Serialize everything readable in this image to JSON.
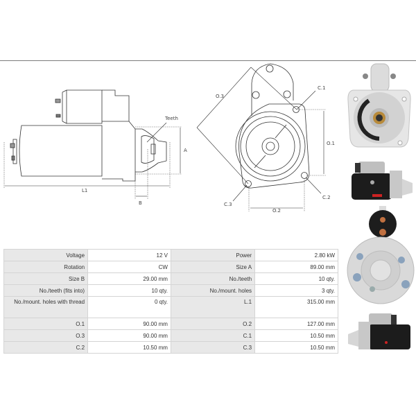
{
  "side_view": {
    "labels": {
      "teeth": "Teeth",
      "a": "A",
      "b": "B",
      "l1": "L1"
    }
  },
  "front_view": {
    "labels": {
      "o1": "O.1",
      "o2": "O.2",
      "o3": "O.3",
      "c1": "C.1",
      "c2": "C.2",
      "c3": "C.3"
    }
  },
  "specs": {
    "rows": [
      {
        "k1": "Voltage",
        "v1": "12 V",
        "k2": "Power",
        "v2": "2.80 kW"
      },
      {
        "k1": "Rotation",
        "v1": "CW",
        "k2": "Size A",
        "v2": "89.00 mm"
      },
      {
        "k1": "Size B",
        "v1": "29.00 mm",
        "k2": "No./teeth",
        "v2": "10 qty."
      },
      {
        "k1": "No./teeth (fits into)",
        "v1": "10 qty.",
        "k2": "No./mount. holes",
        "v2": "3 qty."
      },
      {
        "k1": "No./mount. holes with thread",
        "v1": "0 qty.",
        "k2": "L.1",
        "v2": "315.00 mm"
      },
      {
        "k1": "O.1",
        "v1": "90.00 mm",
        "k2": "O.2",
        "v2": "127.00 mm"
      },
      {
        "k1": "O.3",
        "v1": "90.00 mm",
        "k2": "C.1",
        "v2": "10.50 mm"
      },
      {
        "k1": "C.2",
        "v1": "10.50 mm",
        "k2": "C.3",
        "v2": "10.50 mm"
      }
    ]
  },
  "photos": [
    {
      "name": "front-flange-photo"
    },
    {
      "name": "side-photo-right"
    },
    {
      "name": "rear-solenoid-photo"
    },
    {
      "name": "side-photo-left"
    }
  ]
}
